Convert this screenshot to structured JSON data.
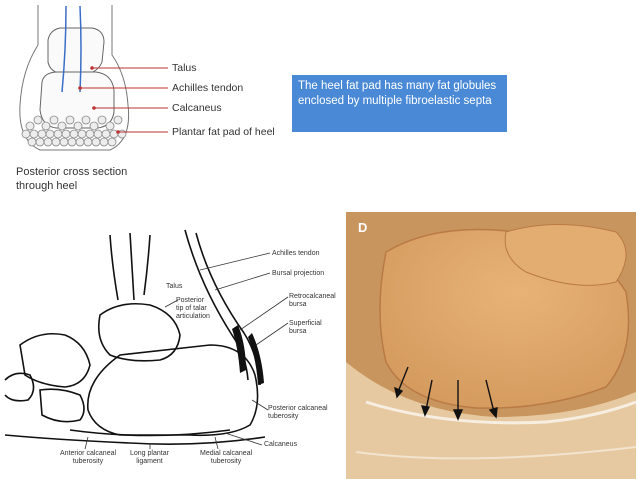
{
  "top_diagram": {
    "labels": [
      "Talus",
      "Achilles tendon",
      "Calcaneus",
      "Plantar fat pad of heel"
    ],
    "caption": "Posterior cross section\nthrough heel"
  },
  "callout": {
    "text": "The heel fat pad has many fat globules enclosed by multiple fibroelastic septa",
    "color": "#4a89d6"
  },
  "lateral_diagram": {
    "labels": {
      "achilles": "Achilles tendon",
      "bursal_projection": "Bursal projection",
      "talus": "Talus",
      "posterior_tip": "Posterior\ntip of talar\narticulation",
      "retrocalcaneal": "Retrocalcaneal\nbursa",
      "superficial": "Superficial\nbursa",
      "posterior_tuberosity": "Posterior calcaneal\ntuberosity",
      "calcaneus": "Calcaneus",
      "anterior_tuberosity": "Anterior calcaneal\ntuberosity",
      "long_plantar": "Long plantar\nligament",
      "medial_tuberosity": "Medial calcaneal\ntuberosity"
    }
  },
  "photo": {
    "panel_letter": "D"
  }
}
